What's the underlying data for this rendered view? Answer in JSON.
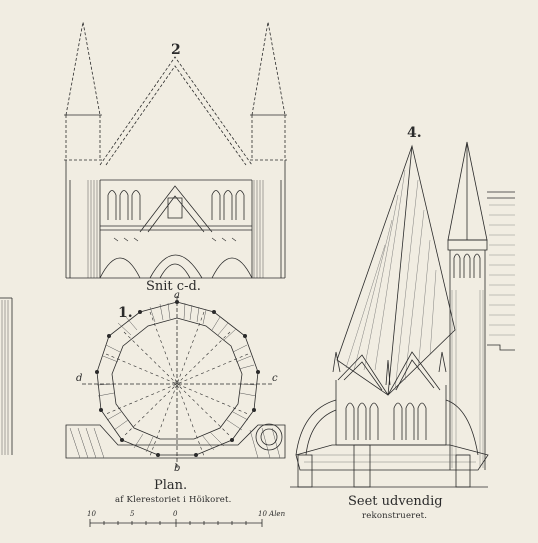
{
  "fig2": {
    "number": "2",
    "caption": "Snit c-d."
  },
  "fig1": {
    "number": "1.",
    "caption": "Plan.",
    "subcaption": "af Klerestoriet i Höikoret.",
    "axis_a": "a",
    "axis_b": "b",
    "axis_c": "c",
    "axis_d": "d"
  },
  "fig4": {
    "number": "4.",
    "caption": "Seet udvendig",
    "subcaption": "rekonstrueret."
  },
  "scale": {
    "left": "10",
    "mid1": "5",
    "mid2": "0",
    "right": "10 Alen"
  },
  "colors": {
    "paper": "#f1ede2",
    "ink": "#2b2b2b",
    "hatch": "#555555"
  }
}
